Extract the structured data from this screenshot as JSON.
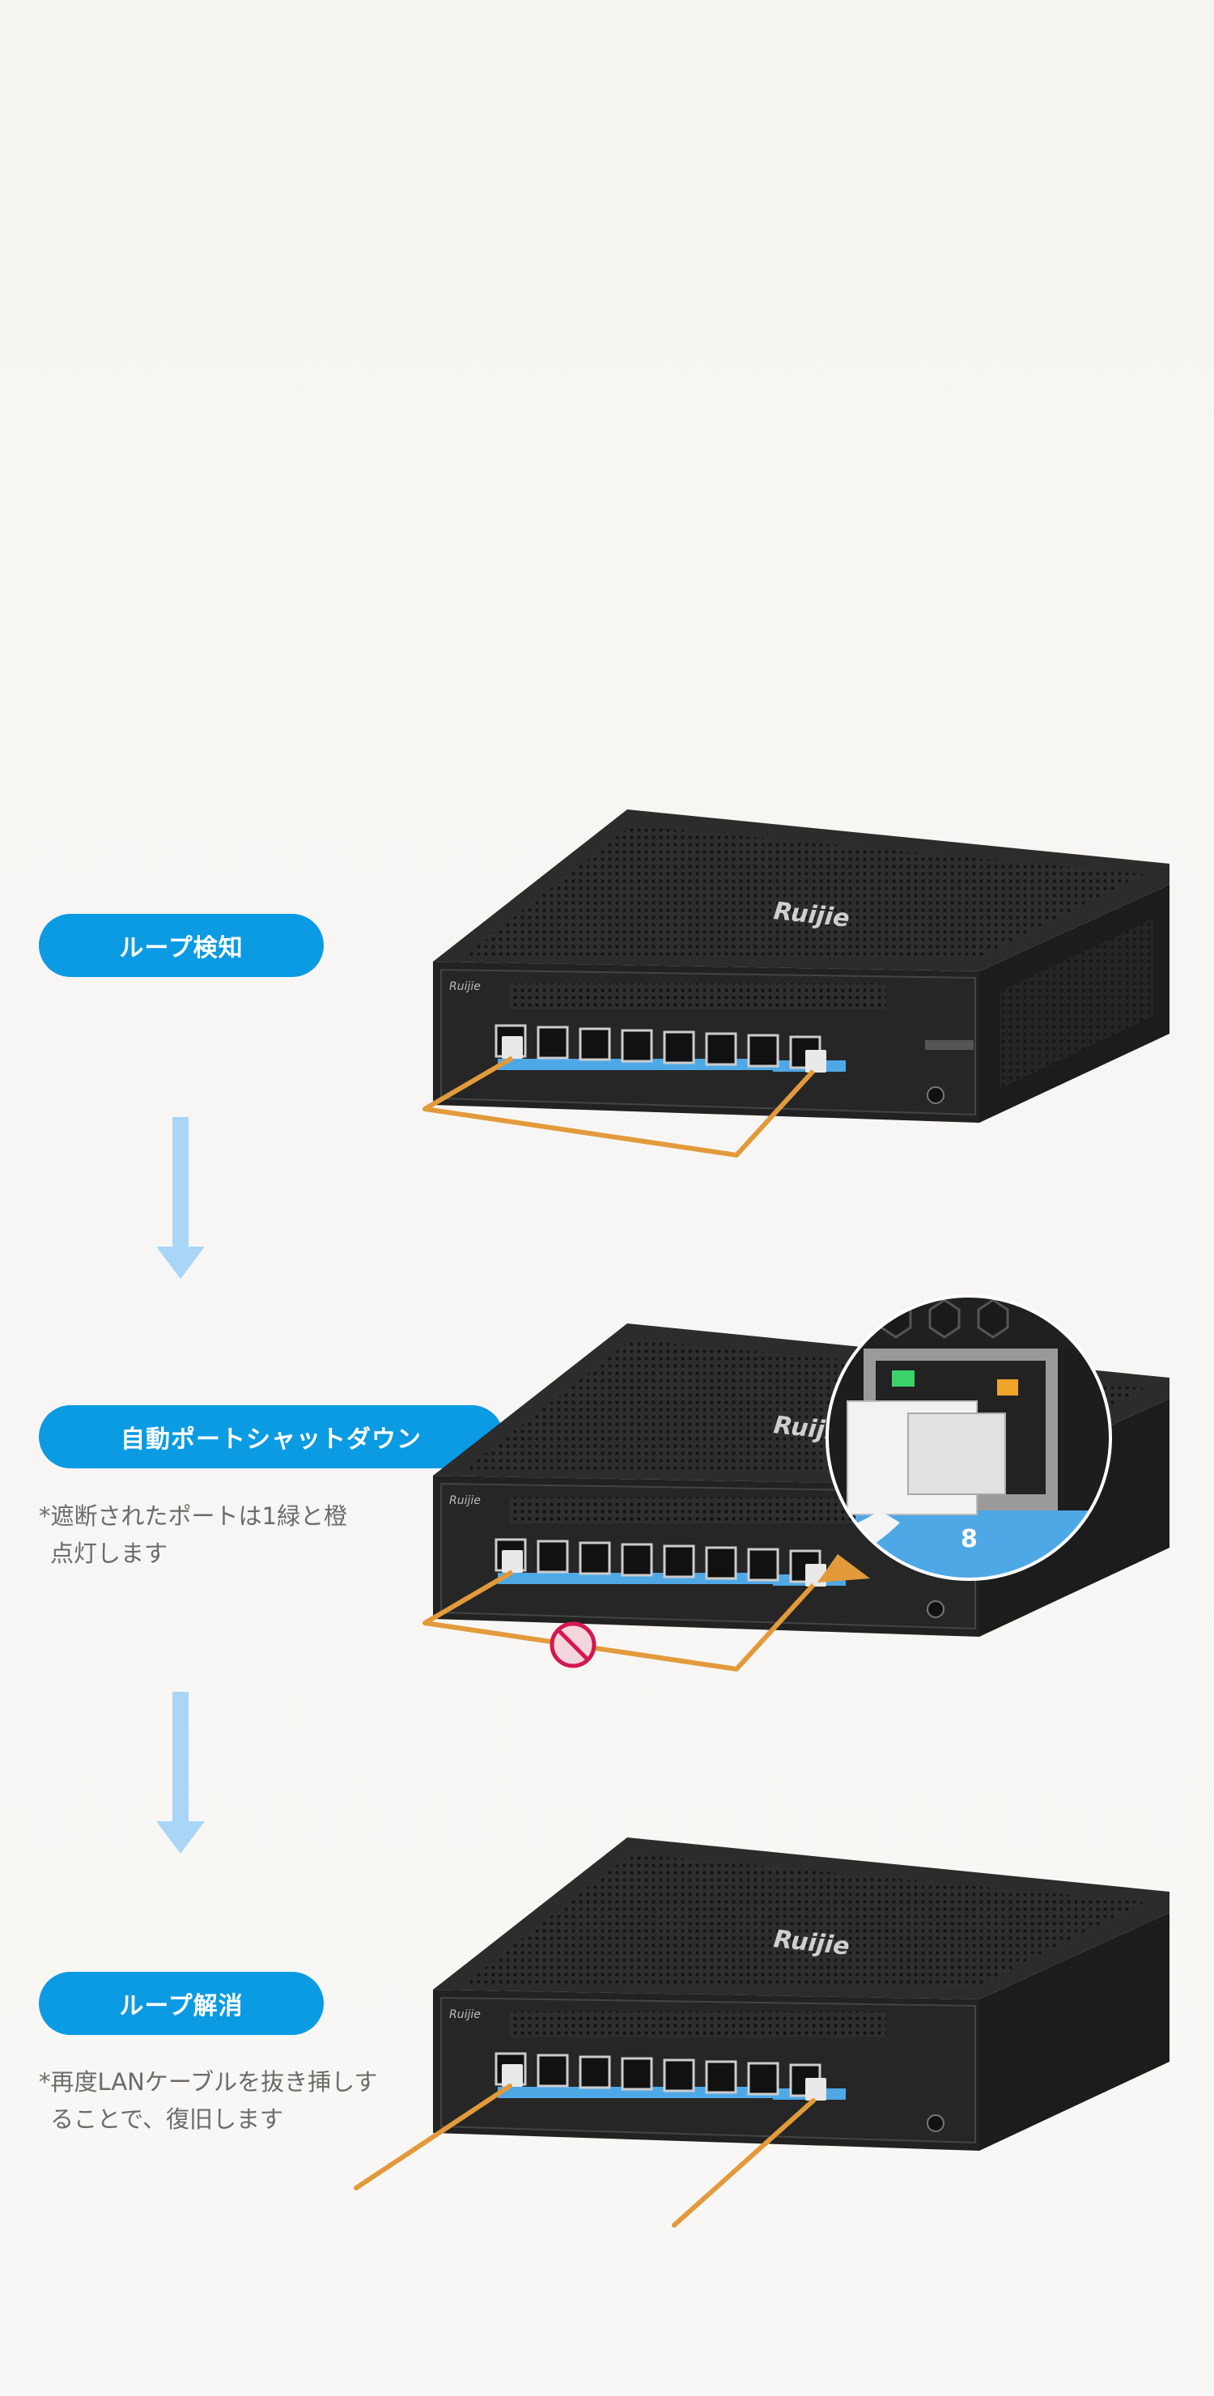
{
  "steps": [
    {
      "label": "ループ検知",
      "note": []
    },
    {
      "label": "自動ポートシャットダウン",
      "note": [
        "*遮断されたポートは1緑と橙",
        "点灯します"
      ]
    },
    {
      "label": "ループ解消",
      "note": [
        "*再度LANケーブルを抜き挿しす",
        "ることで、復旧します"
      ]
    }
  ],
  "device": {
    "brand": "Ruijie",
    "zoom_port_number": "8"
  },
  "icons": {
    "flow_arrow": "down-arrow-icon",
    "blocked": "prohibited-icon"
  },
  "colors": {
    "accent": "#0a9be3",
    "arrow": "#a9d6f7",
    "cable": "#e29a3b",
    "blocked": "#d6174f",
    "device": "#2a2a2a",
    "port_strip": "#4fa8e6"
  }
}
